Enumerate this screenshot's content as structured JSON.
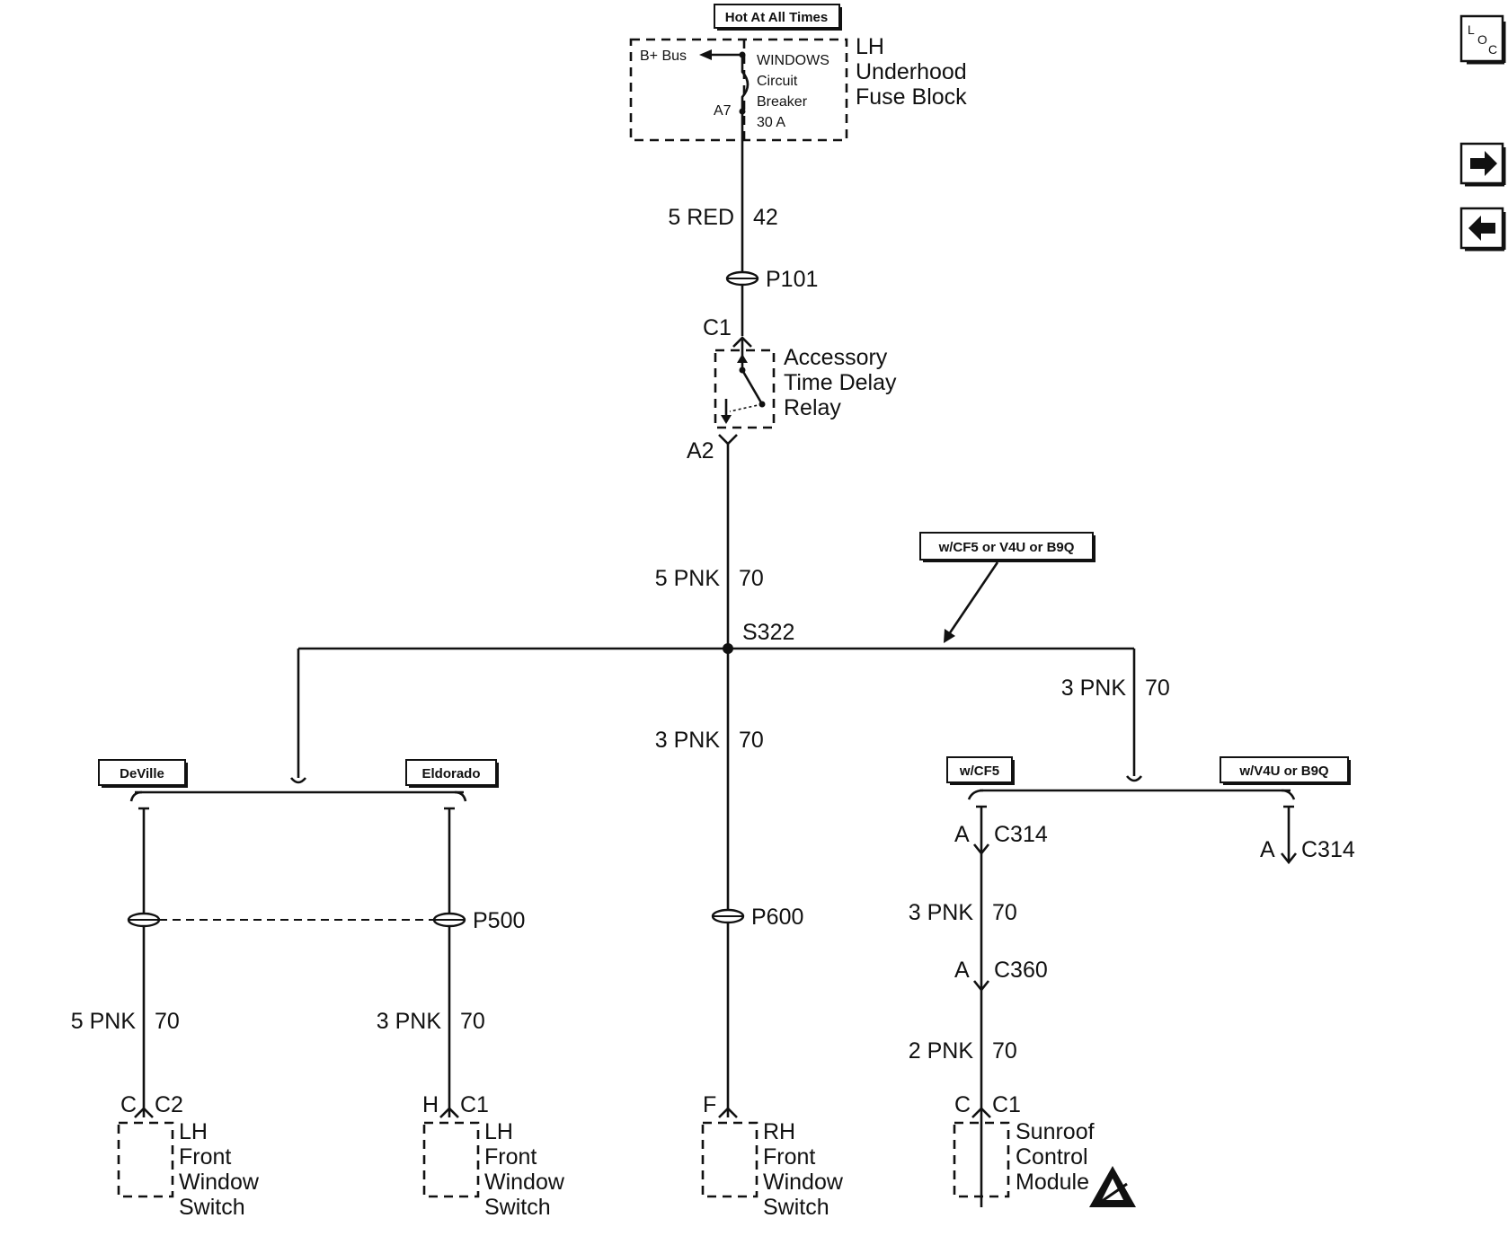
{
  "header_tag": "Hot At All Times",
  "fuse_block": {
    "bus": "B+ Bus",
    "breaker_label": [
      "WINDOWS",
      "Circuit",
      "Breaker",
      "30 A"
    ],
    "terminal": "A7",
    "title": [
      "LH",
      "Underhood",
      "Fuse Block"
    ]
  },
  "wires": {
    "main_top": {
      "gauge_color": "5 RED",
      "circuit": "42"
    },
    "main_mid": {
      "gauge_color": "5 PNK",
      "circuit": "70"
    },
    "center_branch": {
      "gauge_color": "3 PNK",
      "circuit": "70"
    },
    "right_branch": {
      "gauge_color": "3 PNK",
      "circuit": "70"
    },
    "lh_deville": {
      "gauge_color": "5 PNK",
      "circuit": "70"
    },
    "lh_eldorado": {
      "gauge_color": "3 PNK",
      "circuit": "70"
    },
    "sunroof_a": {
      "gauge_color": "3 PNK",
      "circuit": "70"
    },
    "sunroof_b": {
      "gauge_color": "2 PNK",
      "circuit": "70"
    }
  },
  "connectors": {
    "p101": "P101",
    "c1_relay": "C1",
    "a2": "A2",
    "s322": "S322",
    "p500": "P500",
    "p600": "P600",
    "c314_pin": "A",
    "c314": "C314",
    "c314b_pin": "A",
    "c314b": "C314",
    "c360_pin": "A",
    "c360": "C360",
    "lh_dev_pin": "C",
    "lh_dev_conn": "C2",
    "lh_eld_pin": "H",
    "lh_eld_conn": "C1",
    "rh_pin": "F",
    "sun_pin": "C",
    "sun_conn": "C1"
  },
  "relay": [
    "Accessory",
    "Time Delay",
    "Relay"
  ],
  "option_tags": {
    "sunroof_options": "w/CF5 or V4U or B9Q",
    "deville": "DeVille",
    "eldorado": "Eldorado",
    "wcf5": "w/CF5",
    "wv4u": "w/V4U or B9Q"
  },
  "components": {
    "lh_switch_1": [
      "LH",
      "Front",
      "Window",
      "Switch"
    ],
    "lh_switch_2": [
      "LH",
      "Front",
      "Window",
      "Switch"
    ],
    "rh_switch": [
      "RH",
      "Front",
      "Window",
      "Switch"
    ],
    "sunroof": [
      "Sunroof",
      "Control",
      "Module"
    ]
  },
  "nav": {
    "loc_icon": "loc-icon",
    "next_icon": "arrow-right-icon",
    "prev_icon": "arrow-left-icon"
  }
}
